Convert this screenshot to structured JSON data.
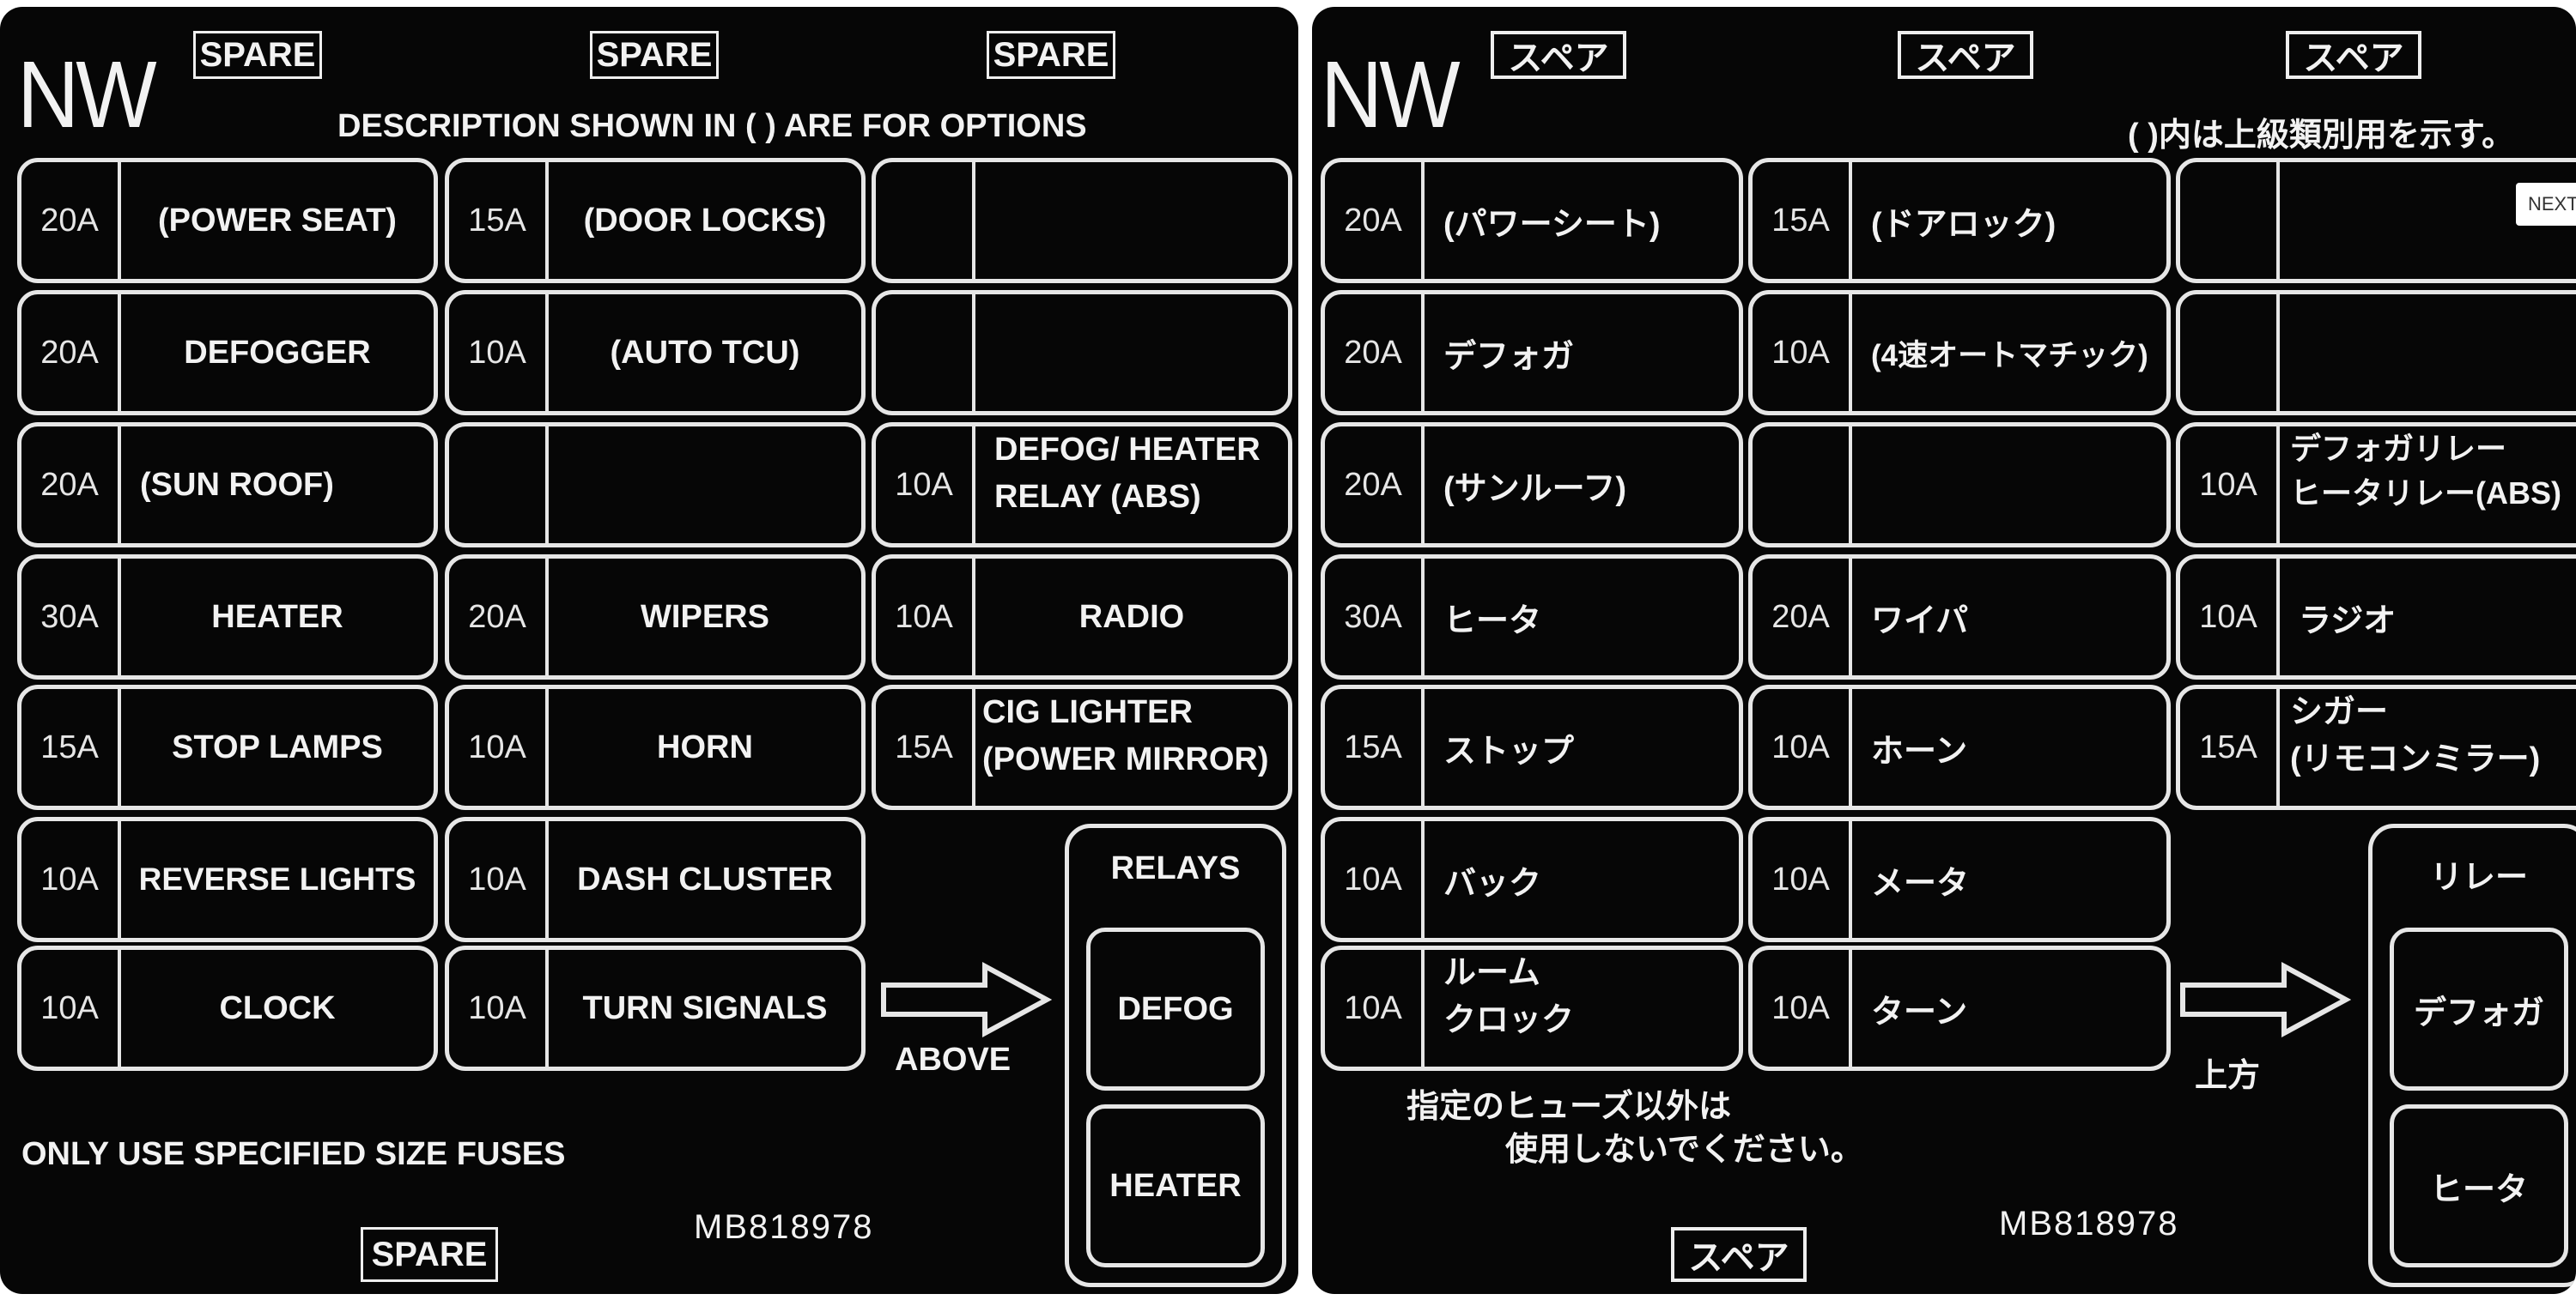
{
  "english": {
    "code": "NW",
    "spare_label": "SPARE",
    "header": "DESCRIPTION SHOWN IN (    ) ARE FOR OPTIONS",
    "fuses": [
      {
        "amp": "20A",
        "label": "(POWER SEAT)"
      },
      {
        "amp": "15A",
        "label": "(DOOR LOCKS)"
      },
      {
        "amp": "",
        "label": ""
      },
      {
        "amp": "20A",
        "label": "DEFOGGER"
      },
      {
        "amp": "10A",
        "label": "(AUTO TCU)"
      },
      {
        "amp": "",
        "label": ""
      },
      {
        "amp": "20A",
        "label": "(SUN ROOF)"
      },
      {
        "amp": "",
        "label": ""
      },
      {
        "amp": "10A",
        "label_line1": "DEFOG/ HEATER",
        "label_line2": "RELAY (ABS)"
      },
      {
        "amp": "30A",
        "label": "HEATER"
      },
      {
        "amp": "20A",
        "label": "WIPERS"
      },
      {
        "amp": "10A",
        "label": "RADIO"
      },
      {
        "amp": "15A",
        "label": "STOP LAMPS"
      },
      {
        "amp": "10A",
        "label": "HORN"
      },
      {
        "amp": "15A",
        "label_line1": "CIG LIGHTER",
        "label_line2": "(POWER MIRROR)"
      },
      {
        "amp": "10A",
        "label": "REVERSE LIGHTS"
      },
      {
        "amp": "10A",
        "label": "DASH CLUSTER"
      },
      {
        "amp": "10A",
        "label": "CLOCK"
      },
      {
        "amp": "10A",
        "label": "TURN SIGNALS"
      }
    ],
    "relays_title": "RELAYS",
    "relays": [
      "DEFOG",
      "HEATER"
    ],
    "above_label": "ABOVE",
    "warning": "ONLY USE SPECIFIED SIZE FUSES",
    "part_number": "MB818978"
  },
  "japanese": {
    "code": "NW",
    "spare_label": "スペア",
    "header": "(    )内は上級類別用を示す。",
    "fuses": [
      {
        "amp": "20A",
        "label": "(パワーシート)"
      },
      {
        "amp": "15A",
        "label": "(ドアロック)"
      },
      {
        "amp": "",
        "label": ""
      },
      {
        "amp": "20A",
        "label": "デフォガ"
      },
      {
        "amp": "10A",
        "label": "(4速オートマチック)"
      },
      {
        "amp": "",
        "label": ""
      },
      {
        "amp": "20A",
        "label": "(サンルーフ)"
      },
      {
        "amp": "",
        "label": ""
      },
      {
        "amp": "10A",
        "label_line1": "デフォガリレー",
        "label_line2": "ヒータリレー(ABS)"
      },
      {
        "amp": "30A",
        "label": "ヒータ"
      },
      {
        "amp": "20A",
        "label": "ワイパ"
      },
      {
        "amp": "10A",
        "label": "ラジオ"
      },
      {
        "amp": "15A",
        "label": "ストップ"
      },
      {
        "amp": "10A",
        "label": "ホーン"
      },
      {
        "amp": "15A",
        "label_line1": "シガー",
        "label_line2": "(リモコンミラー)"
      },
      {
        "amp": "10A",
        "label": "バック"
      },
      {
        "amp": "10A",
        "label": "メータ"
      },
      {
        "amp": "10A",
        "label_line1": "ルーム",
        "label_line2": "クロック"
      },
      {
        "amp": "10A",
        "label": "ターン"
      }
    ],
    "relays_title": "リレー",
    "relays": [
      "デフォガ",
      "ヒータ"
    ],
    "above_label": "上方",
    "warning_line1": "指定のヒューズ以外は",
    "warning_line2": "使用しないでください。",
    "part_number": "MB818978"
  },
  "next_button": "NEXT"
}
